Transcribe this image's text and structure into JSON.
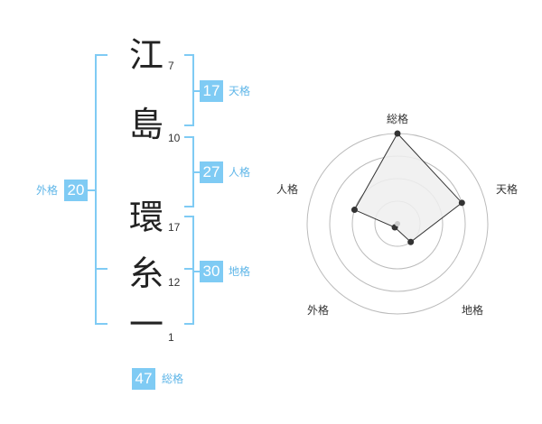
{
  "name": {
    "characters": [
      {
        "char": "江",
        "strokes": "7"
      },
      {
        "char": "島",
        "strokes": "10"
      },
      {
        "char": "環",
        "strokes": "17"
      },
      {
        "char": "糸",
        "strokes": "12"
      },
      {
        "char": "一",
        "strokes": "1"
      }
    ]
  },
  "fortune": {
    "tenkaku": {
      "value": "17",
      "label": "天格"
    },
    "jinkaku": {
      "value": "27",
      "label": "人格"
    },
    "chikaku": {
      "value": "30",
      "label": "地格"
    },
    "gaikaku": {
      "value": "20",
      "label": "外格"
    },
    "soukaku": {
      "value": "47",
      "label": "総格"
    }
  },
  "radar": {
    "axes": [
      "総格",
      "天格",
      "地格",
      "外格",
      "人格"
    ],
    "scores": [
      4,
      3,
      1,
      0.2,
      2
    ],
    "max": 4
  },
  "colors": {
    "accent": "#7fcbf4",
    "accent_text": "#5fb6e8",
    "ring": "#bbbbbb",
    "polygon_fill": "#eeeeee",
    "polygon_stroke": "#333333"
  }
}
